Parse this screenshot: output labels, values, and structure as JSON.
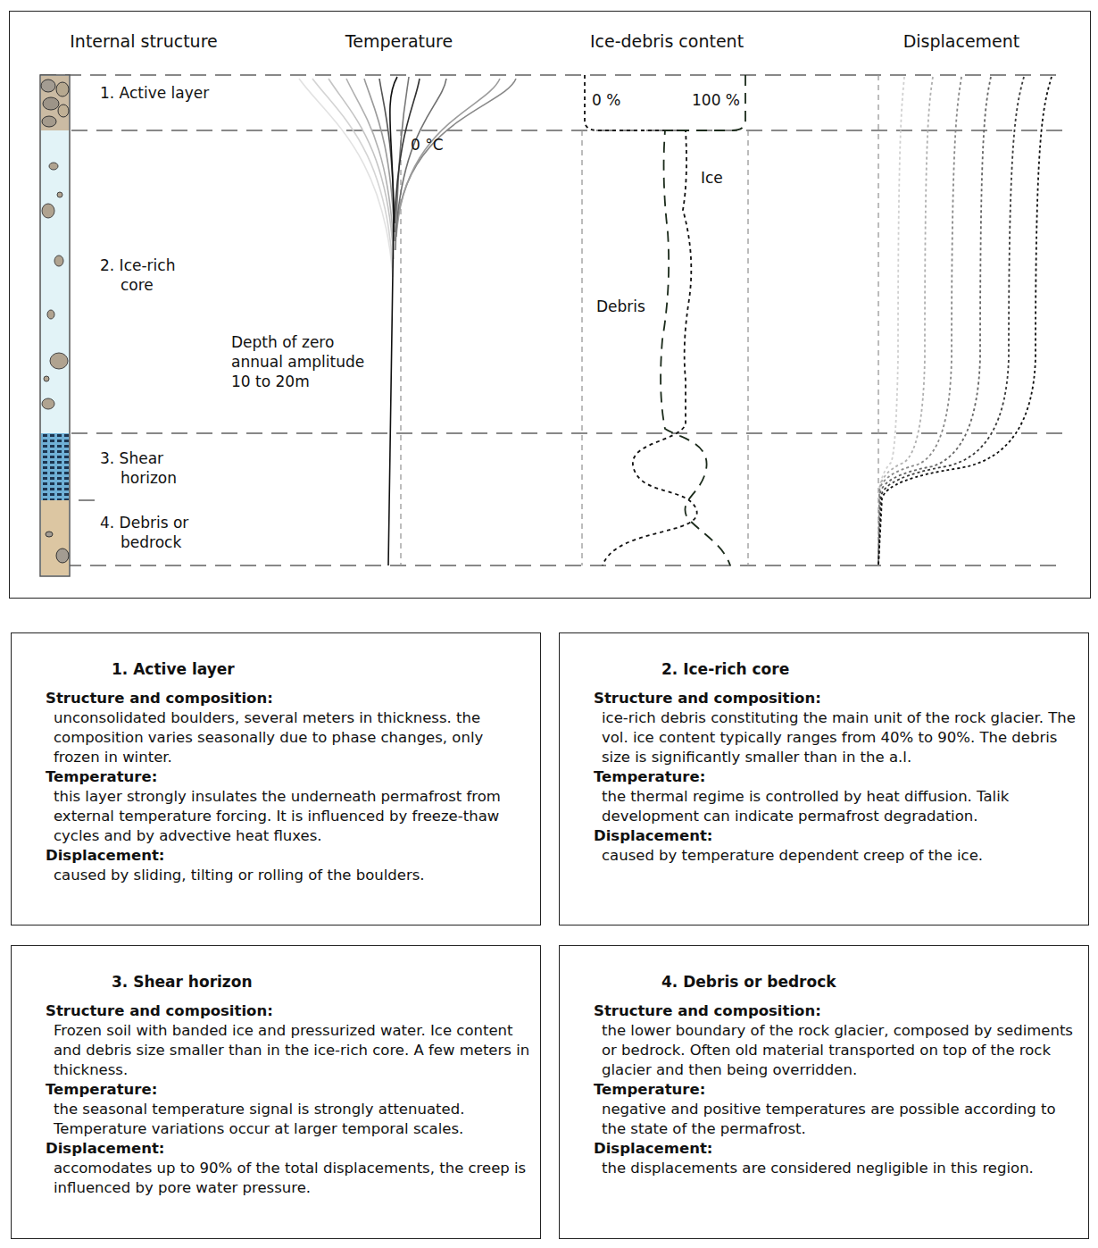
{
  "diagram": {
    "nodes": [
      {
        "text": [
          "Internal structure",
          "Temperature",
          "Ice-debris content",
          "Displacement"
        ]
      },
      {
        "text": [
          "1. Active layer",
          "Structure and composition:",
          "unconsolidated boulders, several meters in thickness. the composition varies seasonally due to phase changes, only frozen in winter.",
          "Temperature:",
          "this layer strongly insulates the underneath permafrost from external temperature forcing. It is influenced by freeze-thaw cycles and by advective heat fluxes.",
          "Displacement:",
          "caused by sliding, tilting or rolling of the boulders."
        ]
      },
      {
        "text": [
          "2. Ice-rich core",
          "Structure and composition:",
          "ice-rich debris constituting the main unit of the rock glacier. The vol. ice content typically ranges from 40% to 90%. The debris size is significantly smaller than in the a.l.",
          "Temperature:",
          "the thermal regime is controlled by heat diffusion. Talik development can indicate permafrost degradation.",
          "Displacement:",
          "caused by temperature dependent creep of the ice."
        ]
      },
      {
        "text": [
          "3. Shear horizon",
          "Structure and composition:",
          "Frozen soil with banded ice and pressurized water. Ice content and debris size smaller than in the ice-rich core. A few meters in thickness.",
          "Temperature:",
          "the seasonal temperature signal is strongly attenuated. Temperature variations occur at larger temporal scales.",
          "Displacement:",
          "accomodates up to 90% of the total displacements, the creep is influenced by pore water pressure."
        ]
      },
      {
        "text": [
          "4. Debris or bedrock",
          "Structure and composition:",
          "the lower boundary of the rock glacier, composed by sediments or bedrock. Often old material transported on top of the rock glacier and then being overridden.",
          "Temperature:",
          "negative and positive temperatures are possible according to the state of the permafrost.",
          "Displacement:",
          "the displacements are considered negligible in this region."
        ]
      }
    ],
    "labels": [
      "1. Active layer",
      "2. Ice-rich core",
      "3. Shear horizon",
      "4. Debris or bedrock",
      "0 °C",
      "Depth of zero annual amplitude 10 to 20m",
      "0 %",
      "100 %",
      "Ice",
      "Debris"
    ]
  }
}
